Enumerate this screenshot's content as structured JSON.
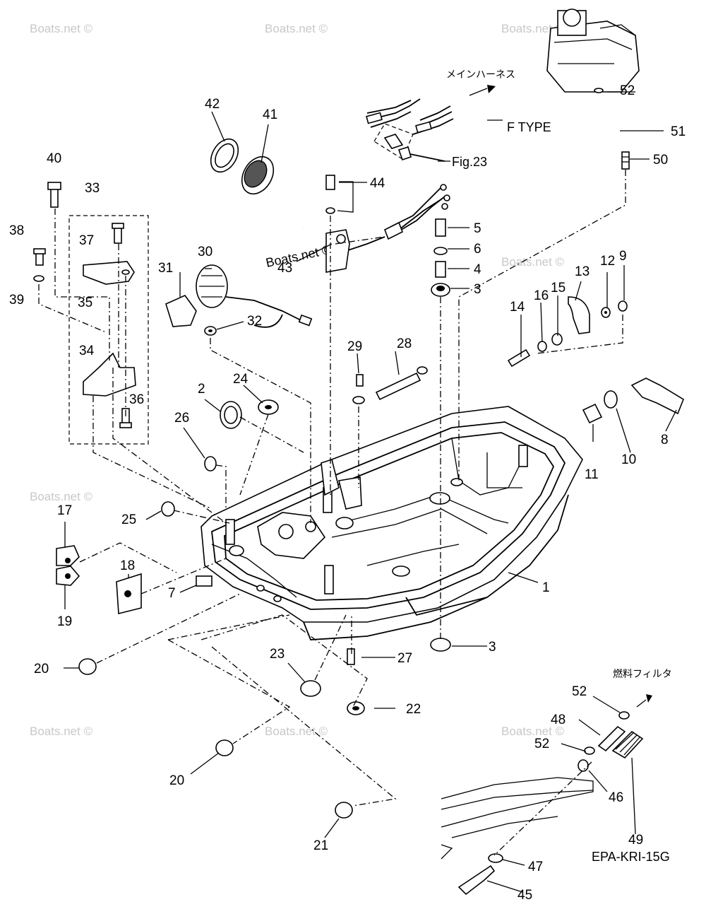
{
  "watermark": "Boats.net ©",
  "header_notes": {
    "main_harness": "メインハーネス",
    "f_type": "F TYPE",
    "fig_ref": "Fig.23",
    "fuel_filter": "燃料フィルタ",
    "diagram_code": "EPA-KRI-15G"
  },
  "callouts": [
    "1",
    "2",
    "3",
    "3",
    "4",
    "5",
    "6",
    "7",
    "8",
    "9",
    "10",
    "11",
    "12",
    "13",
    "14",
    "15",
    "16",
    "17",
    "18",
    "19",
    "20",
    "20",
    "21",
    "22",
    "23",
    "24",
    "25",
    "26",
    "27",
    "28",
    "29",
    "30",
    "31",
    "32",
    "33",
    "34",
    "35",
    "36",
    "37",
    "38",
    "39",
    "40",
    "41",
    "42",
    "43",
    "44",
    "45",
    "46",
    "47",
    "48",
    "49",
    "50",
    "51",
    "52",
    "52",
    "52"
  ],
  "colors": {
    "line": "#000000",
    "watermark": "#c8c8c8",
    "background": "#ffffff"
  }
}
